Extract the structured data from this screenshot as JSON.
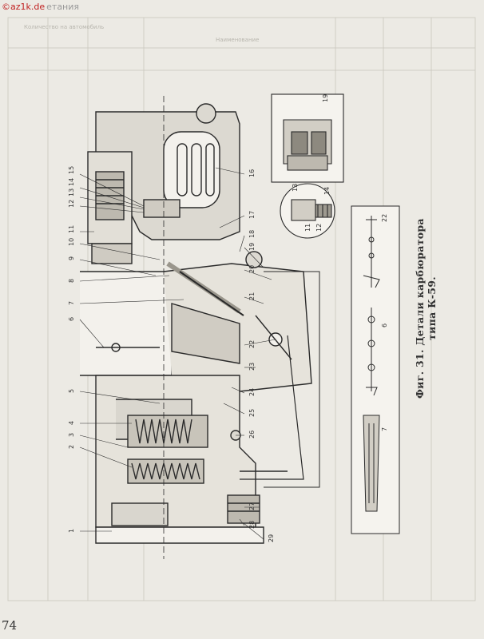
{
  "header": {
    "site": "©az1k.de",
    "subtitle": "етания"
  },
  "page_number": "74",
  "figure": {
    "caption": "Фиг. 31. Детали карбюратора типа К-59.",
    "callouts_left": [
      "15",
      "14",
      "13",
      "12",
      "11",
      "10",
      "9",
      "8",
      "7",
      "6",
      "5",
      "4",
      "3",
      "2",
      "1"
    ],
    "callouts_right": [
      "16",
      "17",
      "18",
      "19",
      "20",
      "21",
      "22",
      "23",
      "24",
      "25",
      "26",
      "27",
      "28",
      "29"
    ],
    "detail_labels": [
      "19",
      "13",
      "14",
      "11",
      "12",
      "22",
      "6",
      "7"
    ]
  },
  "background_table": {
    "headers": [
      "Наименование",
      "Количество на автомобиль"
    ]
  },
  "colors": {
    "paper": "#eceae4",
    "ink": "#2a2a2a",
    "watermark": "#c02020"
  }
}
